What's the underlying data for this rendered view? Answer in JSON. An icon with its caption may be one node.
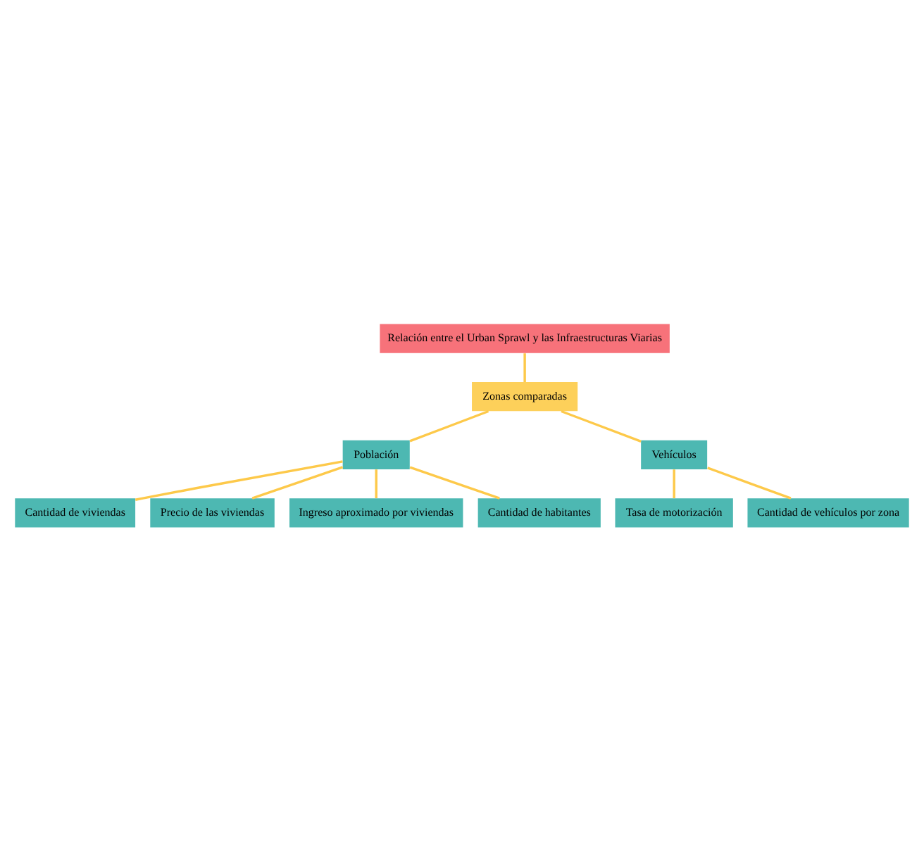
{
  "diagram": {
    "nodes": [
      {
        "text": [
          "Relación entre el Urban Sprawl y las Infraestructuras Viarias"
        ]
      },
      {
        "text": [
          "Zonas comparadas"
        ]
      },
      {
        "text": [
          "Población"
        ]
      },
      {
        "text": [
          "Cantidad de viviendas"
        ]
      },
      {
        "text": [
          "Precio de las viviendas"
        ]
      },
      {
        "text": [
          "Ingreso aproximado por viviendas"
        ]
      },
      {
        "text": [
          "Cantidad de habitantes"
        ]
      },
      {
        "text": [
          "Vehículos"
        ]
      },
      {
        "text": [
          "Tasa de motorización"
        ]
      },
      {
        "text": [
          "Cantidad de vehículos por zona"
        ]
      }
    ],
    "edges": [
      {
        "from": 0,
        "to": 1,
        "arrow": "none"
      },
      {
        "from": 1,
        "to": 2,
        "arrow": "none"
      },
      {
        "from": 1,
        "to": 7,
        "arrow": "none"
      },
      {
        "from": 2,
        "to": 3,
        "arrow": "none"
      },
      {
        "from": 2,
        "to": 4,
        "arrow": "none"
      },
      {
        "from": 2,
        "to": 5,
        "arrow": "none"
      },
      {
        "from": 2,
        "to": 6,
        "arrow": "none"
      },
      {
        "from": 7,
        "to": 8,
        "arrow": "none"
      },
      {
        "from": 7,
        "to": 9,
        "arrow": "none"
      }
    ]
  }
}
